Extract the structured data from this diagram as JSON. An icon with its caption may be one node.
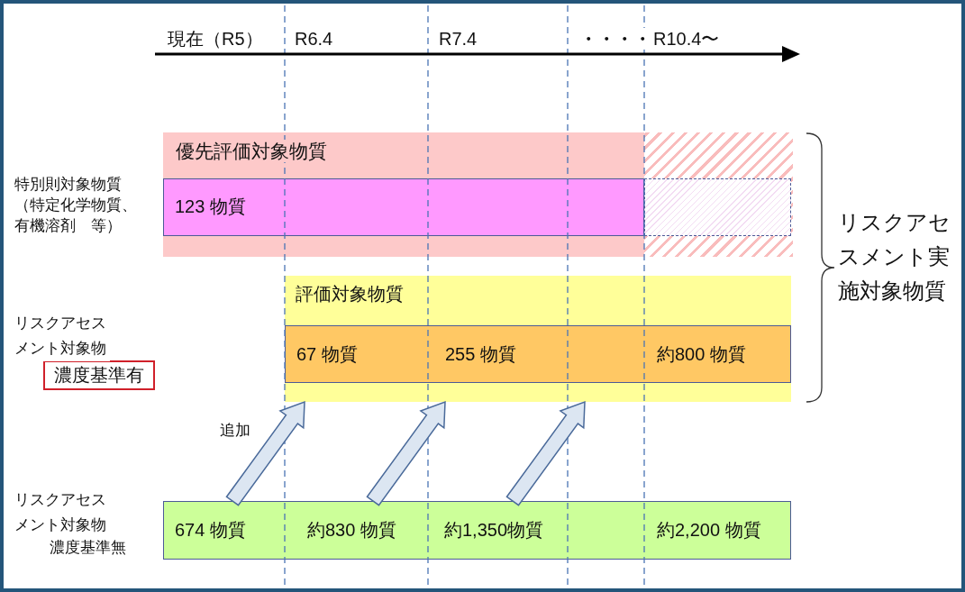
{
  "diagram": {
    "nodes": [
      {
        "text": [
          "優先評価対象物質"
        ]
      },
      {
        "text": [
          "123 物質"
        ],
        "in": 0
      },
      {
        "text": [
          "評価対象物質"
        ]
      },
      {
        "text": [
          "67 物質",
          "255 物質",
          "約800 物質"
        ],
        "in": 2
      },
      {
        "text": [
          "674 物質",
          "約830 物質",
          "約1,350物質",
          "約2,200 物質"
        ]
      },
      {
        "text": [
          "濃度基準有"
        ]
      },
      {
        "text": [],
        "shape": "box",
        "in": 0
      }
    ],
    "edges": [
      {
        "from": 4,
        "to": 2,
        "arrow": "to",
        "label": "追加"
      },
      {
        "from": 4,
        "to": 2,
        "arrow": "to"
      },
      {
        "from": 4,
        "to": 2,
        "arrow": "to"
      }
    ],
    "labels": [
      "現在（R5）",
      "R6.4",
      "R7.4",
      "・・・・",
      "R10.4〜",
      "特別則対象物質（特定化学物質、有機溶剤　等）",
      "リスクアセスメント対象物",
      "リスクアセスメント実施対象物質",
      "リスクアセスメント対象物",
      "濃度基準無"
    ]
  }
}
